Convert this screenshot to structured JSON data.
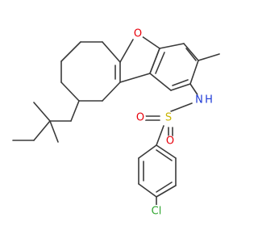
{
  "structure": {
    "colors": {
      "carbon": "#3a3a3a",
      "oxygen": "#e8000b",
      "nitrogen": "#1f3bd6",
      "sulfur": "#c9b400",
      "chlorine": "#2fa52f",
      "background": "#ffffff"
    },
    "atom_labels": {
      "furan_oxygen": "O",
      "amide_nitrogen": "N",
      "amide_hydrogen": "H",
      "sulfur": "S",
      "sulfonyl_oxygen_left": "O",
      "sulfonyl_oxygen_right": "O",
      "chlorine": "Cl"
    }
  }
}
